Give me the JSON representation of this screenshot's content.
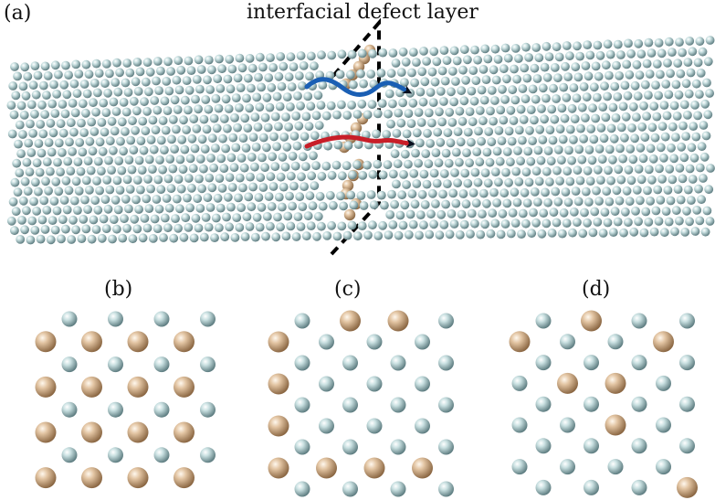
{
  "figure": {
    "panel_a_label": "(a)",
    "title": "interfacial defect layer",
    "panel_b_label": "(b)",
    "panel_c_label": "(c)",
    "panel_d_label": "(d)"
  },
  "colors": {
    "host_atom": "#a9c7c9",
    "defect_atom": "#d9b896",
    "wave_blue": "#1a5fb4",
    "wave_red": "#c81e28",
    "arrow_head": "#0a0f1e",
    "plane_outline": "#000000"
  },
  "lattice_views": {
    "b": {
      "rows": [
        "HHHH",
        "DDDD",
        "HHHH",
        "DDDD",
        "HHHH",
        "DDDD",
        "HHHH",
        "DDDD"
      ]
    },
    "c": {
      "rows": [
        "HDDH",
        "DHHH",
        "HHHH",
        "DHHH",
        "HHHH",
        "DHHH",
        "HHHH",
        "DDDD",
        "HHHH"
      ]
    },
    "d": {
      "rows": [
        "HDHH",
        "DHHD",
        "HHHH",
        "HDDH",
        "HHHH",
        "HHDH",
        "HHHH",
        "HHHH",
        "HHHD"
      ]
    }
  }
}
